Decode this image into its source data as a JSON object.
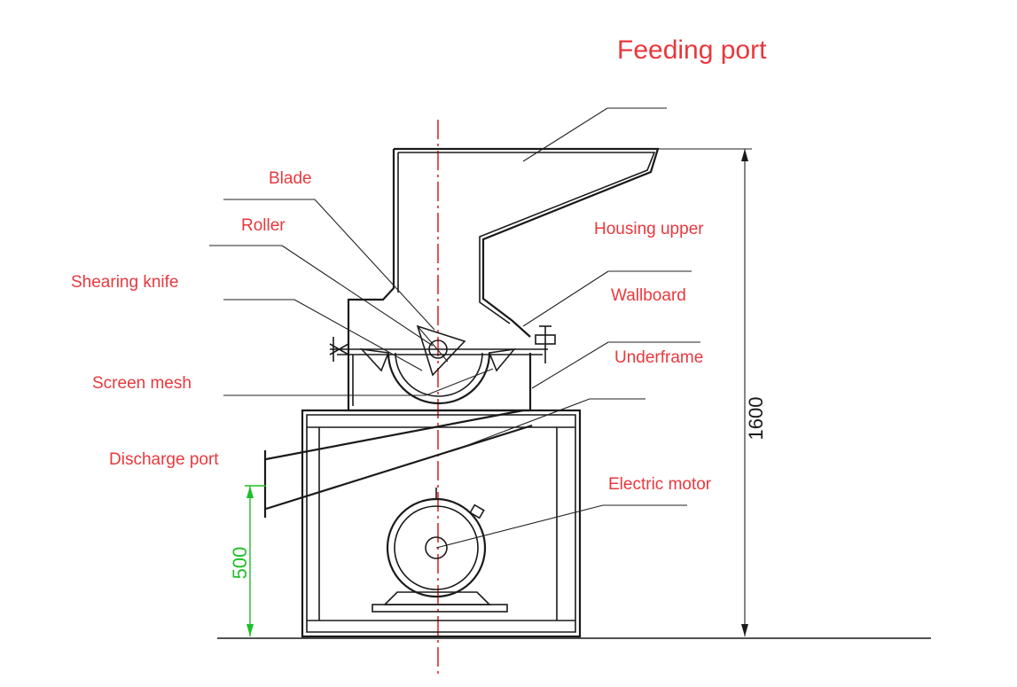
{
  "labels": {
    "feeding_port": "Feeding port",
    "blade": "Blade",
    "roller": "Roller",
    "housing_upper": "Housing upper",
    "shearing_knife": "Shearing knife",
    "wallboard": "Wallboard",
    "underframe": "Underframe",
    "screen_mesh": "Screen mesh",
    "discharge_port": "Discharge port",
    "electric_motor": "Electric motor"
  },
  "dimensions": {
    "overall_height": "1600",
    "discharge_height": "500"
  },
  "colors": {
    "label": "#e8383d",
    "line": "#1a1a1a",
    "centerline": "#e0282e",
    "dimension_green": "#1fbf2a"
  }
}
